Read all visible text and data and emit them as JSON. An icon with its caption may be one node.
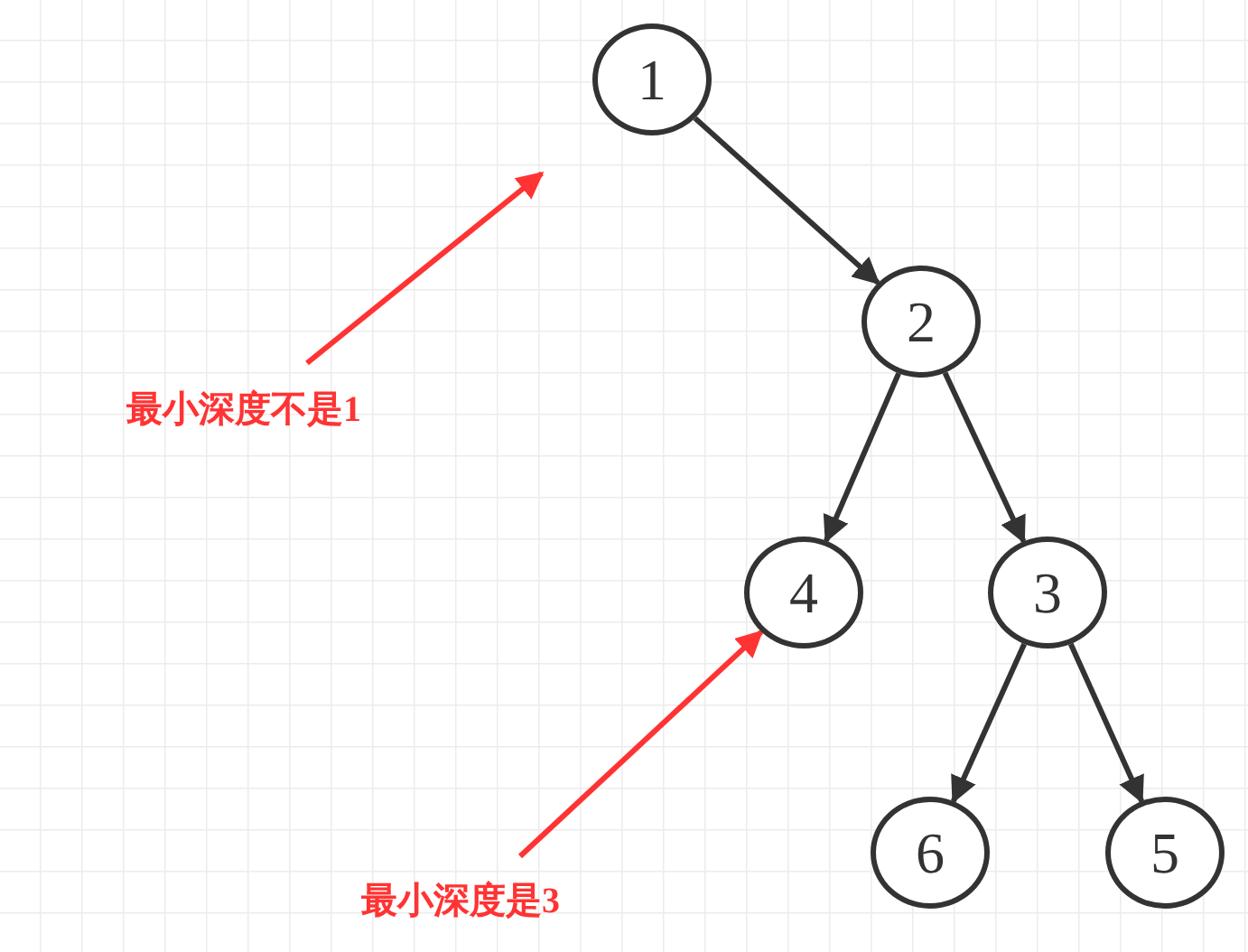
{
  "diagram": {
    "nodes": [
      {
        "text": [
          "1"
        ]
      },
      {
        "text": [
          "2"
        ]
      },
      {
        "text": [
          "4"
        ]
      },
      {
        "text": [
          "3"
        ]
      },
      {
        "text": [
          "6"
        ]
      },
      {
        "text": [
          "5"
        ]
      },
      {
        "text": [
          "最小深度不是1"
        ]
      },
      {
        "text": [
          "最小深度是3"
        ]
      }
    ],
    "edges": [
      {
        "from": 0,
        "to": 1,
        "arrow": "to"
      },
      {
        "from": 1,
        "to": 2,
        "arrow": "to"
      },
      {
        "from": 1,
        "to": 3,
        "arrow": "to"
      },
      {
        "from": 3,
        "to": 4,
        "arrow": "to"
      },
      {
        "from": 3,
        "to": 5,
        "arrow": "to"
      },
      {
        "from": 6,
        "to": null,
        "arrow": "to",
        "color": "#ff3333"
      },
      {
        "from": 7,
        "to": 2,
        "arrow": "to",
        "color": "#ff3333"
      }
    ]
  }
}
